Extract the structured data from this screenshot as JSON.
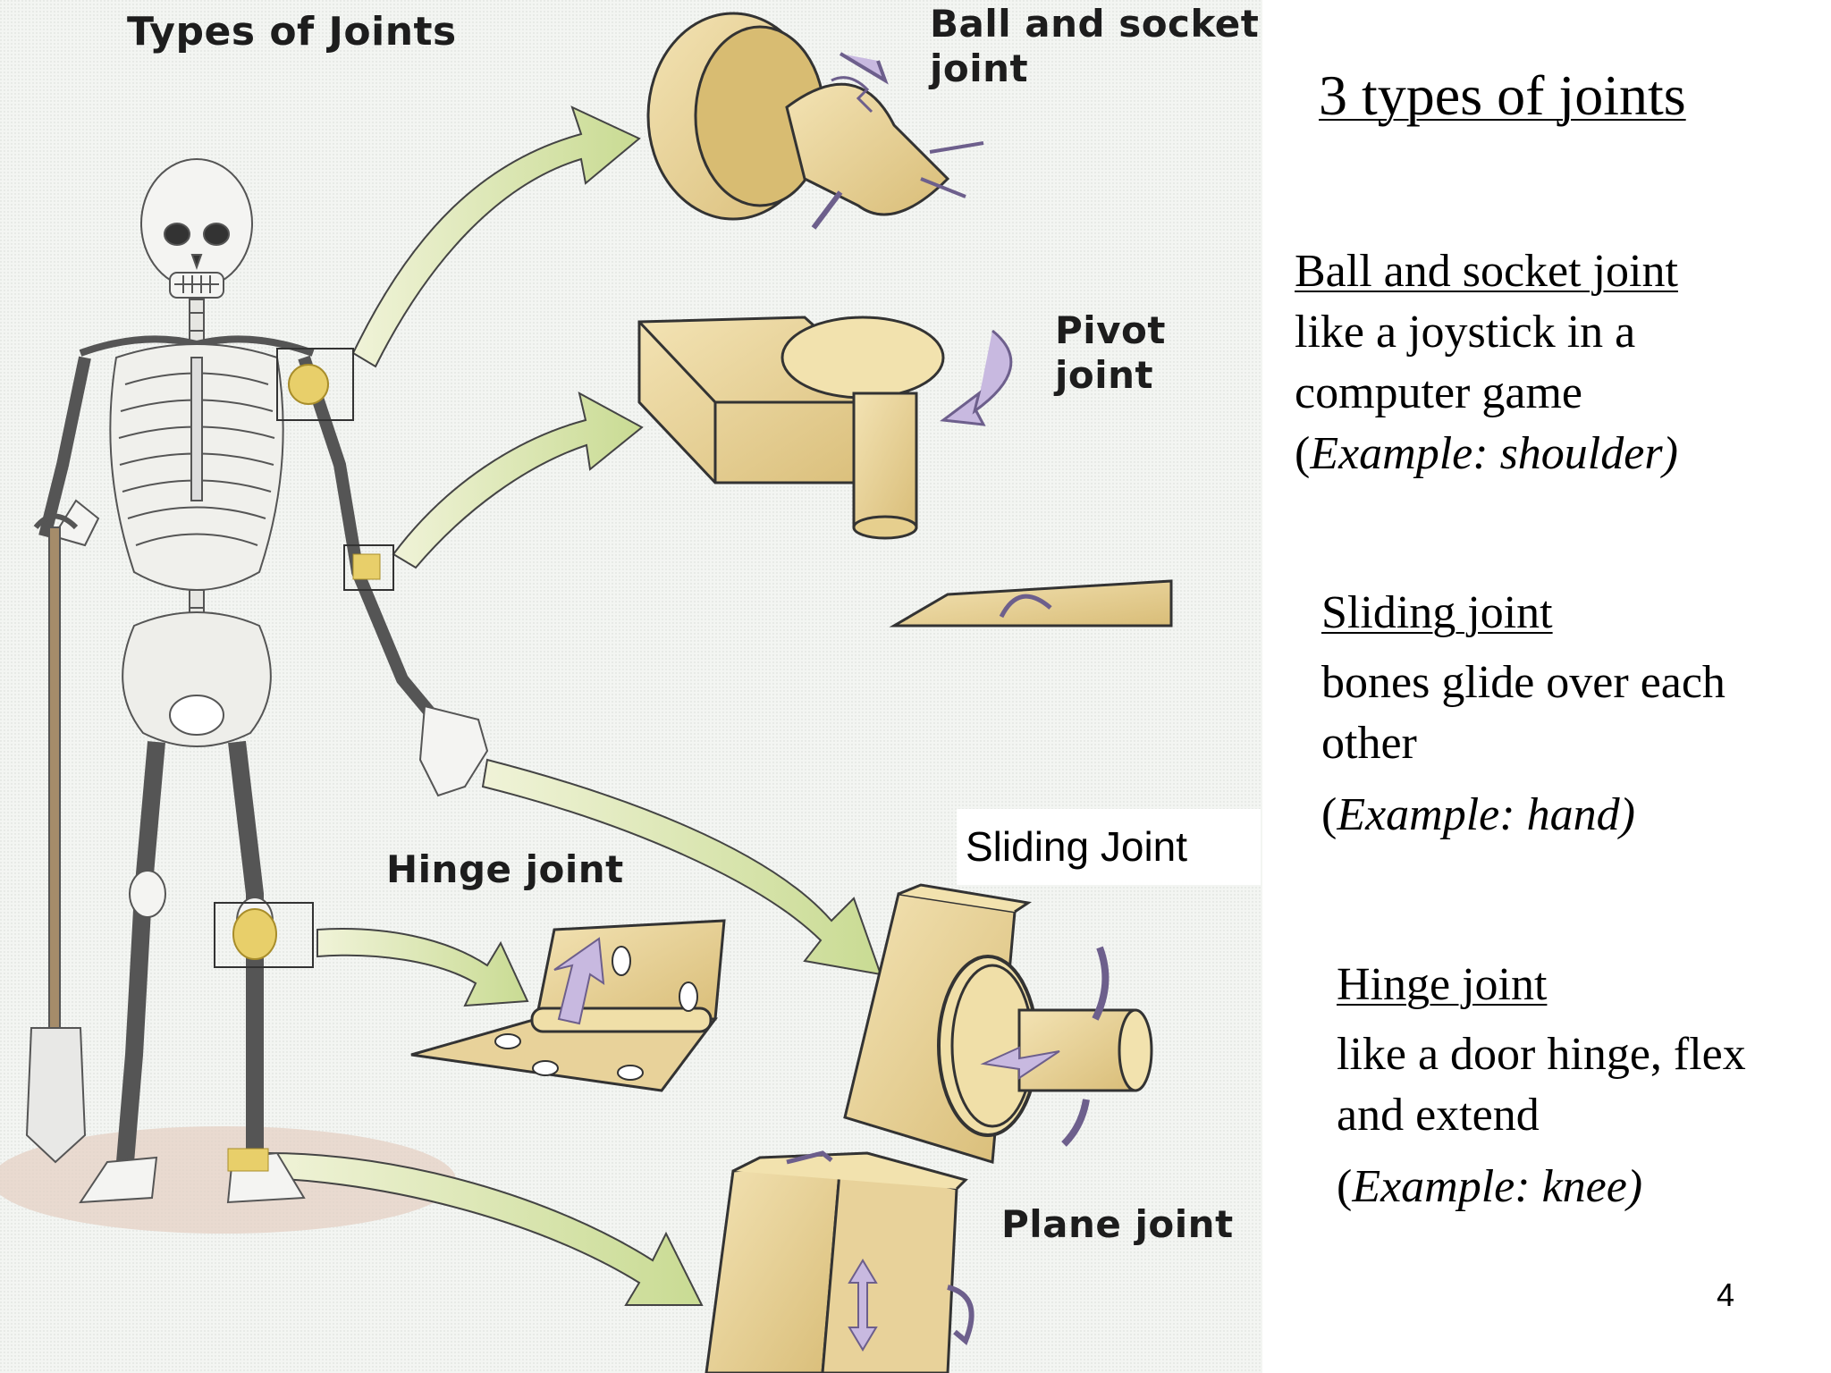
{
  "illustration": {
    "title": "Types of Joints",
    "labels": {
      "ball_socket": [
        "Ball and socket",
        "joint"
      ],
      "pivot": [
        "Pivot",
        "joint"
      ],
      "hinge": "Hinge joint",
      "sliding": "Sliding Joint",
      "plane": "Plane joint"
    }
  },
  "slide": {
    "heading": "3 types of joints",
    "sections": [
      {
        "title": "Ball and socket joint",
        "lines": [
          "like a joystick in a",
          "computer game"
        ],
        "example_open": "(",
        "example": "Example: shoulder)"
      },
      {
        "title": "Sliding joint",
        "lines": [
          "bones glide over each",
          "other"
        ],
        "example_open": "(",
        "example": "Example: hand)"
      },
      {
        "title": "Hinge joint",
        "lines": [
          "like a door hinge, flex",
          "and extend"
        ],
        "example_open": "(",
        "example": "Example: knee)"
      }
    ],
    "page_number": "4"
  },
  "colors": {
    "bone": "#e8d29a",
    "bone_dark": "#c9ac62",
    "arrow": "#d9e6a8",
    "motion_arrow": "#c8b9e0",
    "background_tint": "#eef2ee"
  }
}
